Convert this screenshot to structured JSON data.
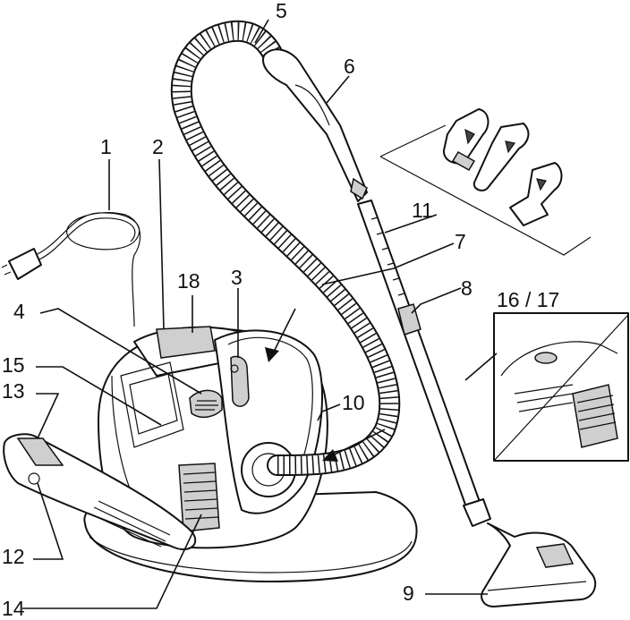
{
  "labels": {
    "l1": "1",
    "l2": "2",
    "l3": "3",
    "l4": "4",
    "l5": "5",
    "l6": "6",
    "l7": "7",
    "l8": "8",
    "l9": "9",
    "l10": "10",
    "l11": "11",
    "l12": "12",
    "l13": "13",
    "l14": "14",
    "l15": "15",
    "l16_17": "16 / 17",
    "l18": "18"
  }
}
